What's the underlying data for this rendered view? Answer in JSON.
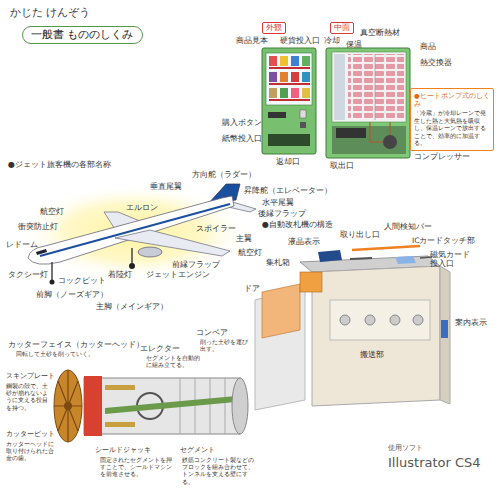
{
  "diagram": {
    "title": "かじた けんぞう",
    "nodes": [
      {
        "text": [
          "一般書 もののしくみ"
        ]
      },
      {
        "text": [
          "外観"
        ]
      },
      {
        "text": [
          "中面"
        ]
      },
      {
        "text": [
          "●ヒートポンプ式のしくみ",
          "「冷蔵」が冷却レーンで発生した熱と大気熱を吸収し、保温レーンで放出することで、効率的に加温する。"
        ]
      }
    ],
    "labels": [
      "商品見本",
      "硬貨投入口",
      "冷却",
      "真空断熱材",
      "保温",
      "商品",
      "熱交換器",
      "購入ボタン",
      "返却口",
      "紙幣投入口",
      "取出口",
      "コンプレッサー",
      "●ジェット旅客機の各部名称",
      "方向舵（ラダー）",
      "垂直尾翼",
      "昇降舵（エレベーター）",
      "水平尾翼",
      "後縁フラップ",
      "エルロン",
      "航空灯",
      "スポイラー",
      "主翼",
      "航空灯",
      "衝突防止灯",
      "レドーム",
      "前縁フラップ",
      "タクシー灯",
      "コックピット",
      "着陸灯",
      "ジェットエンジン",
      "前脚（ノーズギア）",
      "主脚（メインギア）",
      "●自動改札機の構造",
      "液晶表示",
      "取り出し口",
      "人間検知バー",
      "ICカードタッチ部",
      "磁気カード投入口",
      "集札箱",
      "ドア",
      "案内表示",
      "搬送部",
      "カッターフェイス（カッターヘッド）",
      "回転して土砂を削っていく。",
      "エレクター",
      "セグメントを自動的に組み立てる。",
      "コンベア",
      "削った土砂を運び出す。",
      "スキンプレート",
      "鋼製の殻で、土砂が崩れないように支える役目を持つ。",
      "カッタービット",
      "カッターヘッドに取り付けられた合金の歯。",
      "シールドジャッキ",
      "固定されたセグメントを押すことで、シールドマシンを前進させる。",
      "セグメント",
      "鉄筋コンクリート製などのブロックを組み合わせて、トンネルを支える壁にする。",
      "使用ソフト",
      "Illustrator CS4"
    ]
  }
}
